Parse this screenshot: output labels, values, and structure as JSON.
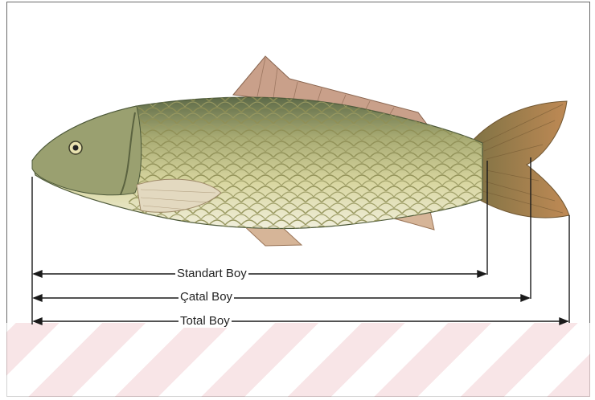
{
  "labels": {
    "standard": "Standart Boy",
    "fork": "Çatal Boy",
    "total": "Total Boy"
  },
  "colors": {
    "body": "#c9c88a",
    "back": "#6f7b55",
    "belly": "#ecebd4",
    "fins": "#c4a07a",
    "tail": "#a47a45",
    "line": "#1a1a1a",
    "stripe": "#f5dadd"
  }
}
